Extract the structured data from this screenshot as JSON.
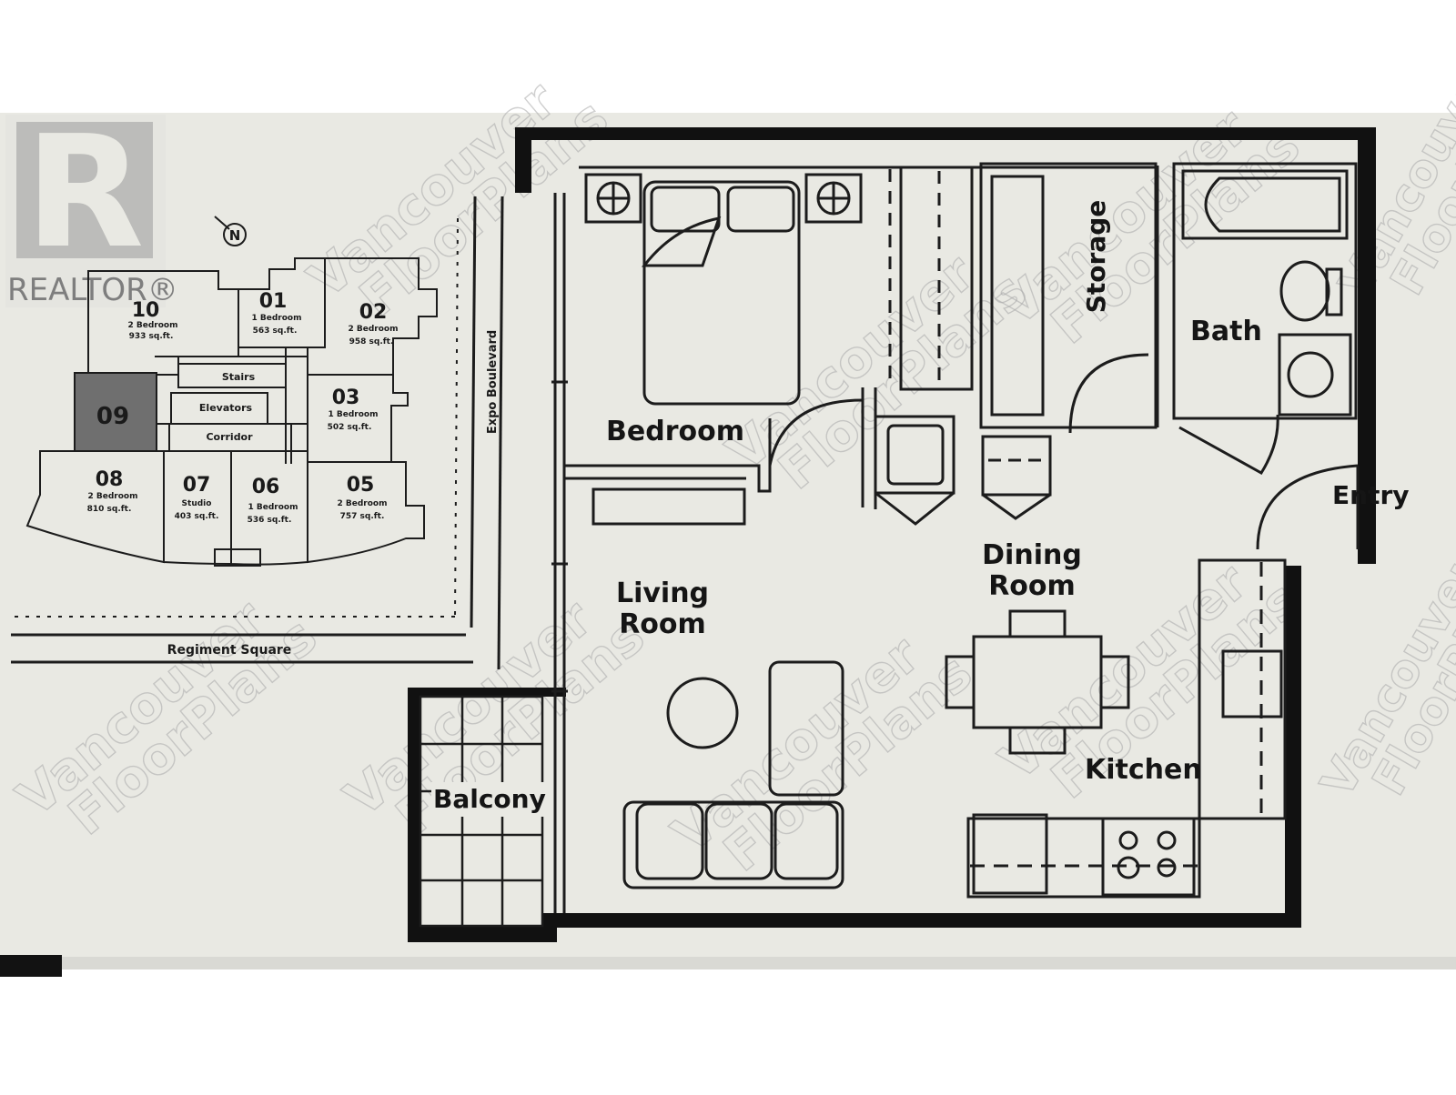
{
  "colors": {
    "paper": "#e9e9e3",
    "wall": "#111111",
    "line": "#1c1c1c",
    "highlight_unit": "#6f6f6f",
    "watermark": "#a9a9a9"
  },
  "logo": {
    "letter": "R",
    "brand": "REALTOR®"
  },
  "compass": {
    "label": "N"
  },
  "streets": {
    "south": "Regiment Square",
    "east": "Expo Boulevard"
  },
  "keyplan": {
    "units": [
      {
        "num": "10",
        "type": "2 Bedroom",
        "area": "933 sq.ft."
      },
      {
        "num": "01",
        "type": "1 Bedroom",
        "area": "563 sq.ft."
      },
      {
        "num": "02",
        "type": "2 Bedroom",
        "area": "958 sq.ft."
      },
      {
        "num": "03",
        "type": "1 Bedroom",
        "area": "502 sq.ft."
      },
      {
        "num": "09",
        "type": "",
        "area": "",
        "highlighted": true
      },
      {
        "num": "08",
        "type": "2 Bedroom",
        "area": "810 sq.ft."
      },
      {
        "num": "07",
        "type": "Studio",
        "area": "403 sq.ft."
      },
      {
        "num": "06",
        "type": "1 Bedroom",
        "area": "536 sq.ft."
      },
      {
        "num": "05",
        "type": "2 Bedroom",
        "area": "757 sq.ft."
      }
    ],
    "common": {
      "stairs": "Stairs",
      "elevators": "Elevators",
      "corridor": "Corridor"
    }
  },
  "rooms": {
    "bedroom": "Bedroom",
    "storage": "Storage",
    "bath": "Bath",
    "entry": "Entry",
    "dining": [
      "Dining",
      "Room"
    ],
    "living": [
      "Living",
      "Room"
    ],
    "kitchen": "Kitchen",
    "balcony": "Balcony"
  },
  "watermark": [
    "Vancouver",
    "FloorPlans"
  ]
}
